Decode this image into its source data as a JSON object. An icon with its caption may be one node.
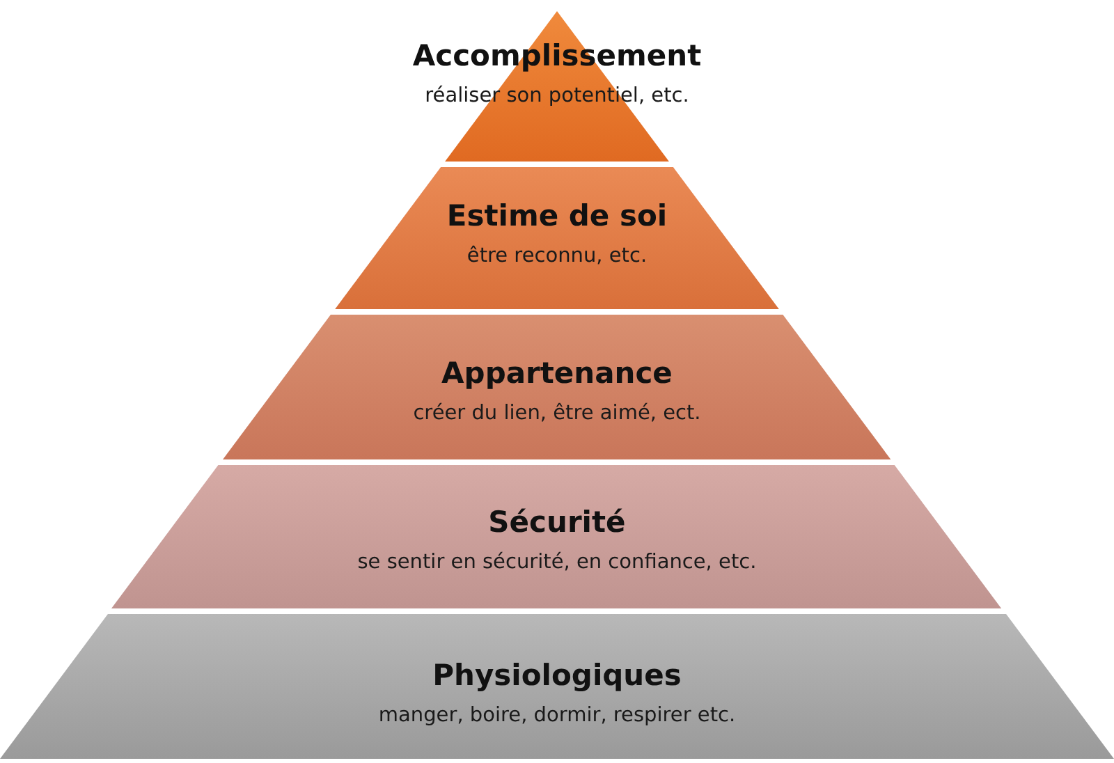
{
  "diagram": {
    "nodes": [
      {
        "text": [
          "Accomplissement",
          "réaliser son potentiel, etc."
        ]
      },
      {
        "text": [
          "Estime de soi",
          "être reconnu, etc."
        ]
      },
      {
        "text": [
          "Appartenance",
          "créer du lien, être aimé, ect."
        ]
      },
      {
        "text": [
          "Sécurité",
          "se sentir en sécurité, en confiance, etc."
        ]
      },
      {
        "text": [
          "Physiologiques",
          "manger, boire, dormir, respirer etc."
        ]
      }
    ]
  }
}
